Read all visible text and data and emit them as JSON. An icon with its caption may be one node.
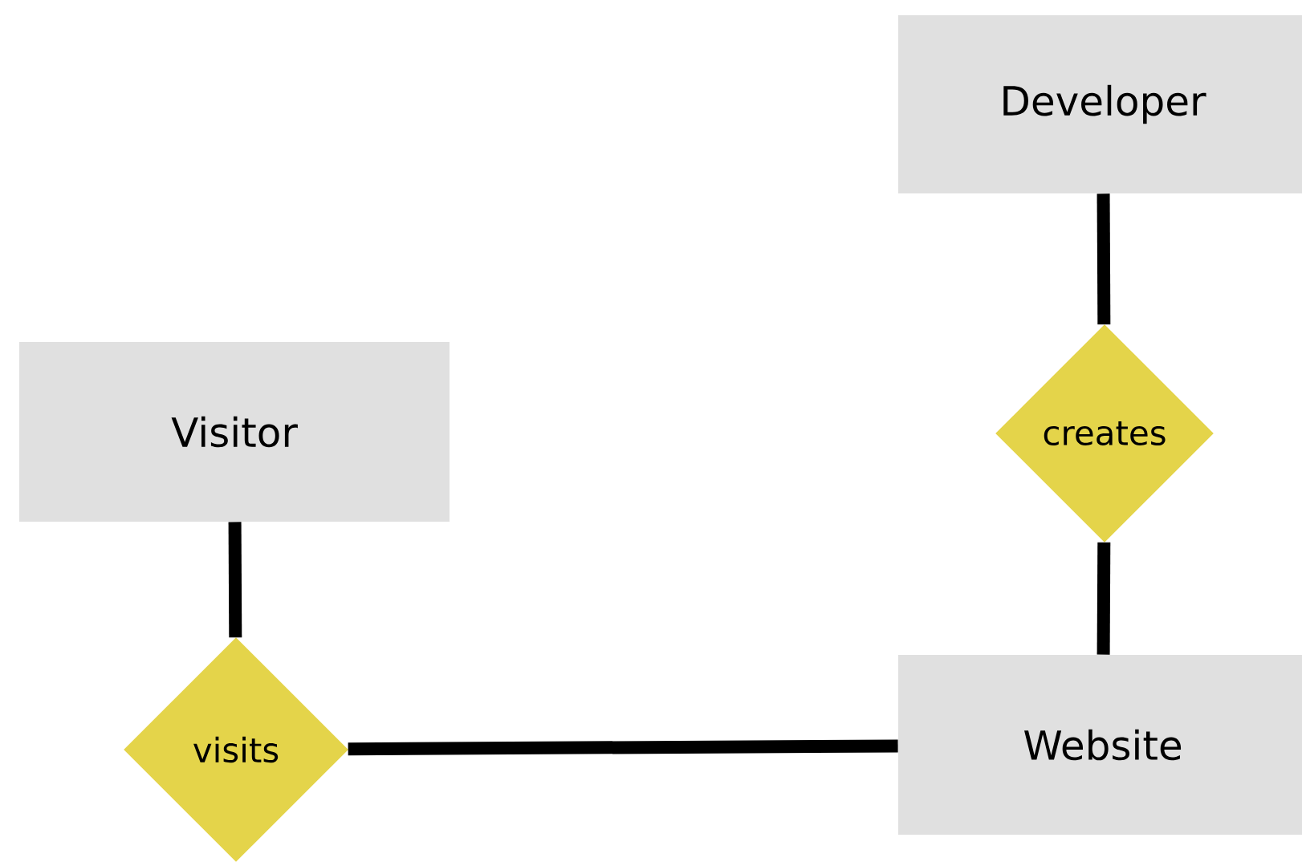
{
  "diagram": {
    "nodes": [
      {
        "text": [
          "Developer"
        ]
      },
      {
        "text": [
          "Visitor"
        ]
      },
      {
        "text": [
          "creates"
        ]
      },
      {
        "text": [
          "visits"
        ]
      },
      {
        "text": [
          "Website"
        ]
      }
    ],
    "edges": [
      {
        "from": 0,
        "to": 2,
        "arrow": "none"
      },
      {
        "from": 2,
        "to": 4,
        "arrow": "none"
      },
      {
        "from": 1,
        "to": 3,
        "arrow": "none"
      },
      {
        "from": 3,
        "to": 4,
        "arrow": "none"
      }
    ]
  }
}
